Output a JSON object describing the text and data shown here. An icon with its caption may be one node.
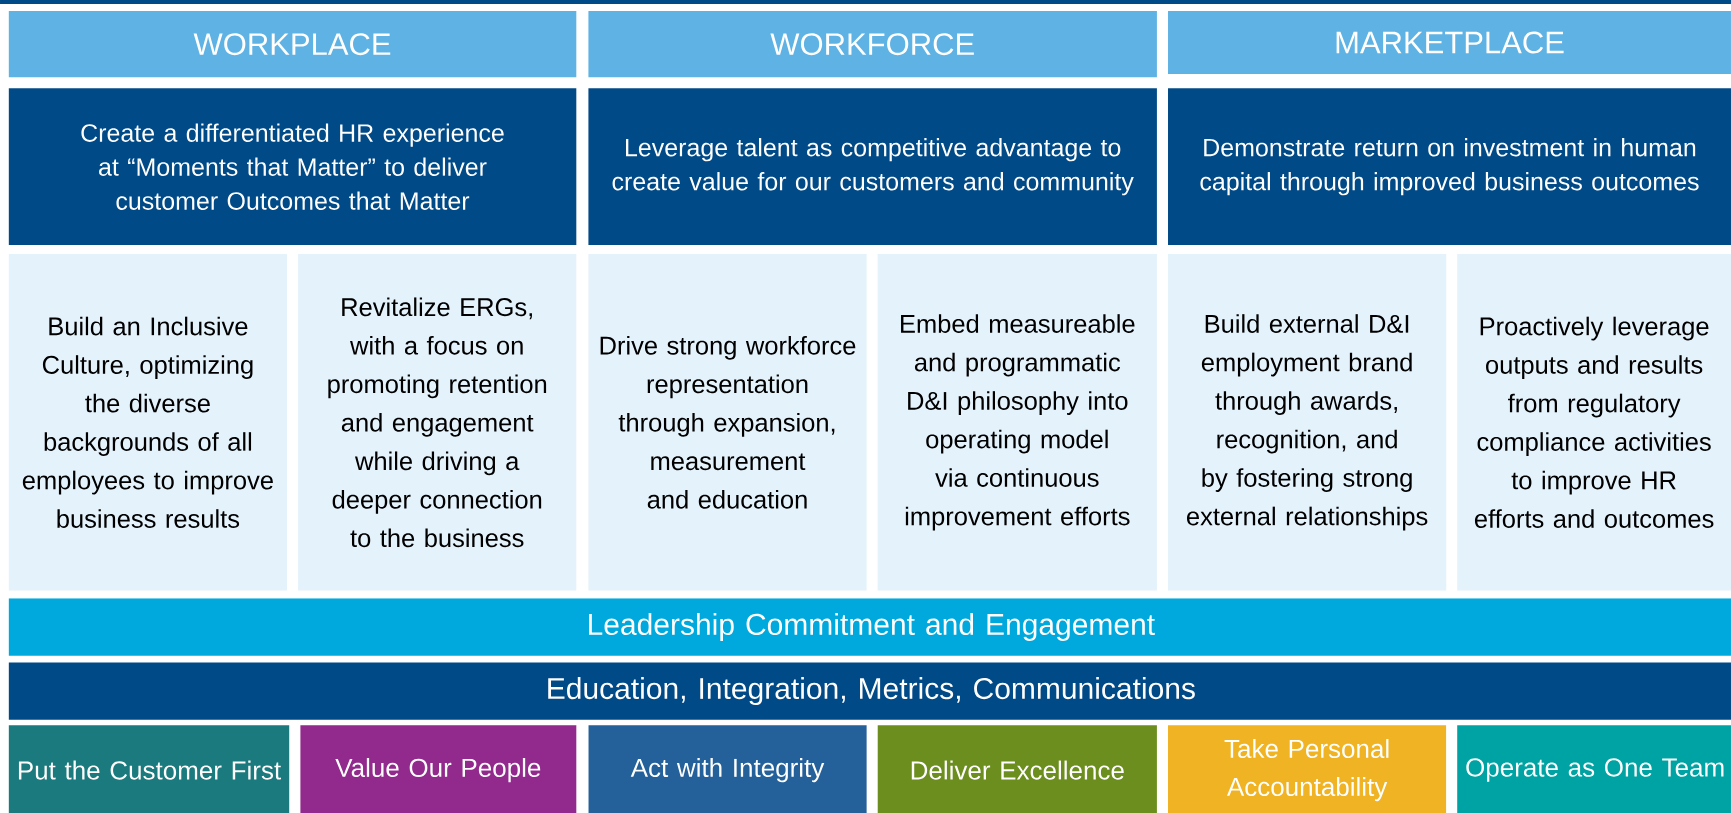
{
  "diagram": {
    "nodes": [
      {
        "text": [
          "WORKPLACE"
        ]
      },
      {
        "text": [
          "WORKFORCE"
        ]
      },
      {
        "text": [
          "MARKETPLACE"
        ]
      },
      {
        "text": [
          "Create a differentiated HR experience at “Moments that Matter” to deliver customer Outcomes that Matter"
        ]
      },
      {
        "text": [
          "Leverage talent as competitive advantage to create value for our customers and community"
        ]
      },
      {
        "text": [
          "Demonstrate return on investment in human capital through improved business outcomes"
        ]
      },
      {
        "text": [
          "Build an Inclusive Culture, optimizing the diverse backgrounds of all employees to improve business results"
        ]
      },
      {
        "text": [
          "Revitalize ERGs, with a focus on promoting retention and engagement while driving a deeper connection to the business"
        ]
      },
      {
        "text": [
          "Drive strong workforce representation through expansion, measurement and education"
        ]
      },
      {
        "text": [
          "Embed measureable and programmatic D&I philosophy into operating model via continuous improvement efforts"
        ]
      },
      {
        "text": [
          "Build external D&I employment brand through awards, recognition, and by fostering strong external relationships"
        ]
      },
      {
        "text": [
          "Proactively leverage outputs and results from regulatory compliance activities to improve HR efforts and outcomes"
        ]
      },
      {
        "text": [
          "Leadership Commitment and Engagement"
        ]
      },
      {
        "text": [
          "Education, Integration, Metrics, Communications"
        ]
      },
      {
        "text": [
          "Put the Customer First"
        ]
      },
      {
        "text": [
          "Value Our People"
        ]
      },
      {
        "text": [
          "Act with Integrity"
        ]
      },
      {
        "text": [
          "Deliver Excellence"
        ]
      },
      {
        "text": [
          "Take Personal Accountability"
        ]
      },
      {
        "text": [
          "Operate as One Team"
        ]
      }
    ]
  }
}
